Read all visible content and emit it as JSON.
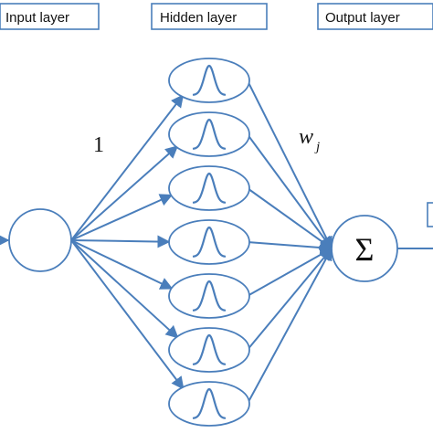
{
  "labels": {
    "input_layer": "Input layer",
    "hidden_layer": "Hidden layer",
    "output_layer": "Output layer"
  },
  "annotations": {
    "input_weight": "1",
    "output_weight_base": "w",
    "output_weight_sub": "j",
    "sum_symbol": "Σ"
  },
  "hidden_neuron_count": 7,
  "colors": {
    "edge": "#4a7ebb",
    "node_stroke": "#4a7ebb",
    "gaussian": "#4a7ebb",
    "label_border": "#4a7ebb",
    "text": "#111111"
  }
}
